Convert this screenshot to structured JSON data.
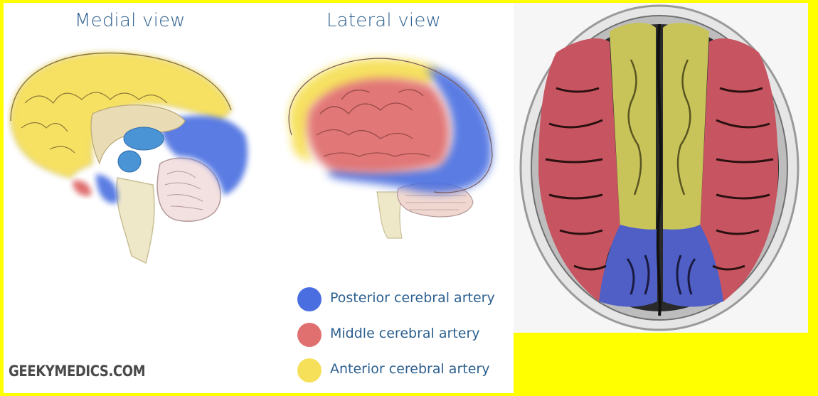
{
  "titles": {
    "medial": "Medial view",
    "lateral": "Lateral view"
  },
  "legend": [
    {
      "label": "Posterior cerebral artery",
      "color": "#4a6ee0"
    },
    {
      "label": "Middle cerebral artery",
      "color": "#e07070"
    },
    {
      "label": "Anterior cerebral artery",
      "color": "#f6e05a"
    }
  ],
  "brand": "GEEKYMEDICS.COM",
  "colors": {
    "posterior": "#4a6ee0",
    "middle": "#e07070",
    "anterior": "#f6e05a",
    "mri_red": "#c75561",
    "mri_yellow": "#c8c45a",
    "mri_blue": "#4f5fc6",
    "background_border": "#ffff00"
  }
}
